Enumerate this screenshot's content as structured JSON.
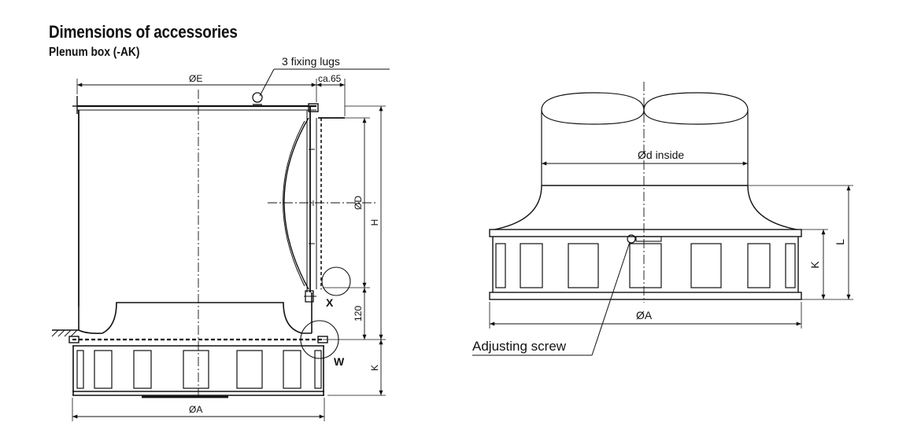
{
  "header": {
    "title": "Dimensions of accessories",
    "subtitle": "Plenum box (-AK)"
  },
  "left_drawing": {
    "callout_lugs": "3 fixing lugs",
    "dim_E": "ØE",
    "dim_offset": "ca.65",
    "dim_D": "ØD",
    "dim_H": "H",
    "dim_120": "120",
    "dim_K": "K",
    "dim_A": "ØA",
    "detail_X": "X",
    "detail_W": "W"
  },
  "right_drawing": {
    "dim_d_inside": "Ød inside",
    "dim_K": "K",
    "dim_L": "L",
    "dim_A": "ØA",
    "callout_screw": "Adjusting screw"
  }
}
